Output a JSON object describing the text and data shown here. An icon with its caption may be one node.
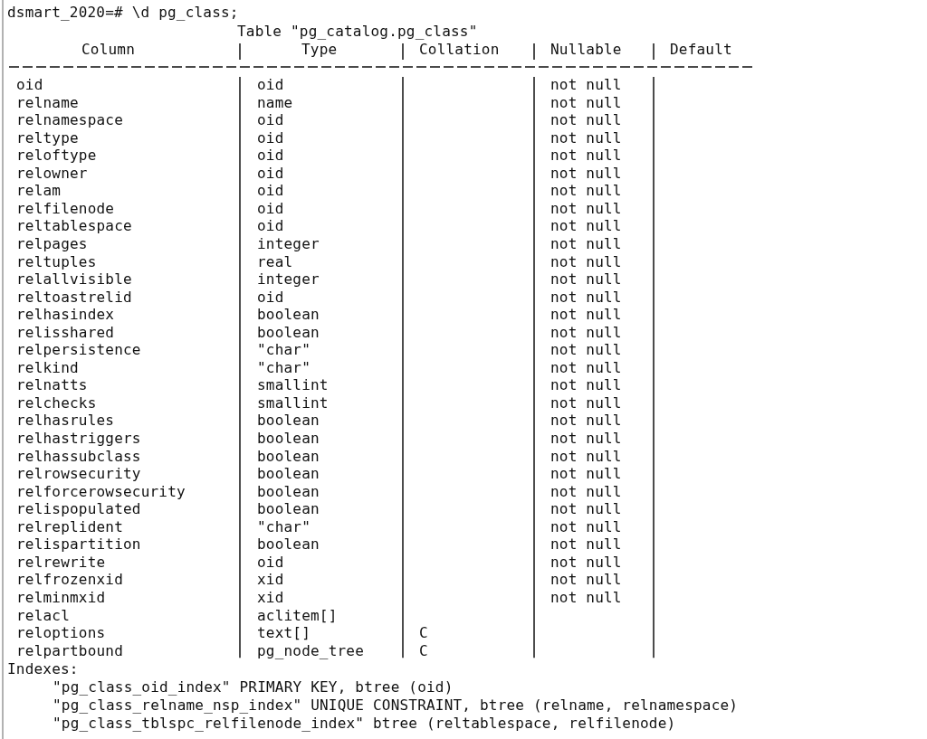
{
  "diagram": {
    "labels": [
      "dsmart_2020=# \\d pg_class;",
      "Table \"pg_catalog.pg_class\"",
      "Column",
      "Type",
      "Collation",
      "Nullable",
      "Default",
      "oid",
      "oid",
      "not null",
      "relname",
      "name",
      "not null",
      "relnamespace",
      "oid",
      "not null",
      "reltype",
      "oid",
      "not null",
      "reloftype",
      "oid",
      "not null",
      "relowner",
      "oid",
      "not null",
      "relam",
      "oid",
      "not null",
      "relfilenode",
      "oid",
      "not null",
      "reltablespace",
      "oid",
      "not null",
      "relpages",
      "integer",
      "not null",
      "reltuples",
      "real",
      "not null",
      "relallvisible",
      "integer",
      "not null",
      "reltoastrelid",
      "oid",
      "not null",
      "relhasindex",
      "boolean",
      "not null",
      "relisshared",
      "boolean",
      "not null",
      "relpersistence",
      "\"char\"",
      "not null",
      "relkind",
      "\"char\"",
      "not null",
      "relnatts",
      "smallint",
      "not null",
      "relchecks",
      "smallint",
      "not null",
      "relhasrules",
      "boolean",
      "not null",
      "relhastriggers",
      "boolean",
      "not null",
      "relhassubclass",
      "boolean",
      "not null",
      "relrowsecurity",
      "boolean",
      "not null",
      "relforcerowsecurity",
      "boolean",
      "not null",
      "relispopulated",
      "boolean",
      "not null",
      "relreplident",
      "\"char\"",
      "not null",
      "relispartition",
      "boolean",
      "not null",
      "relrewrite",
      "oid",
      "not null",
      "relfrozenxid",
      "xid",
      "not null",
      "relminmxid",
      "xid",
      "not null",
      "relacl",
      "aclitem[]",
      "reloptions",
      "text[]",
      "C",
      "relpartbound",
      "pg_node_tree",
      "C",
      "Indexes:",
      "\"pg_class_oid_index\" PRIMARY KEY, btree (oid)",
      "\"pg_class_relname_nsp_index\" UNIQUE CONSTRAINT, btree (relname, relnamespace)",
      "\"pg_class_tblspc_relfilenode_index\" btree (reltablespace, relfilenode)"
    ]
  }
}
